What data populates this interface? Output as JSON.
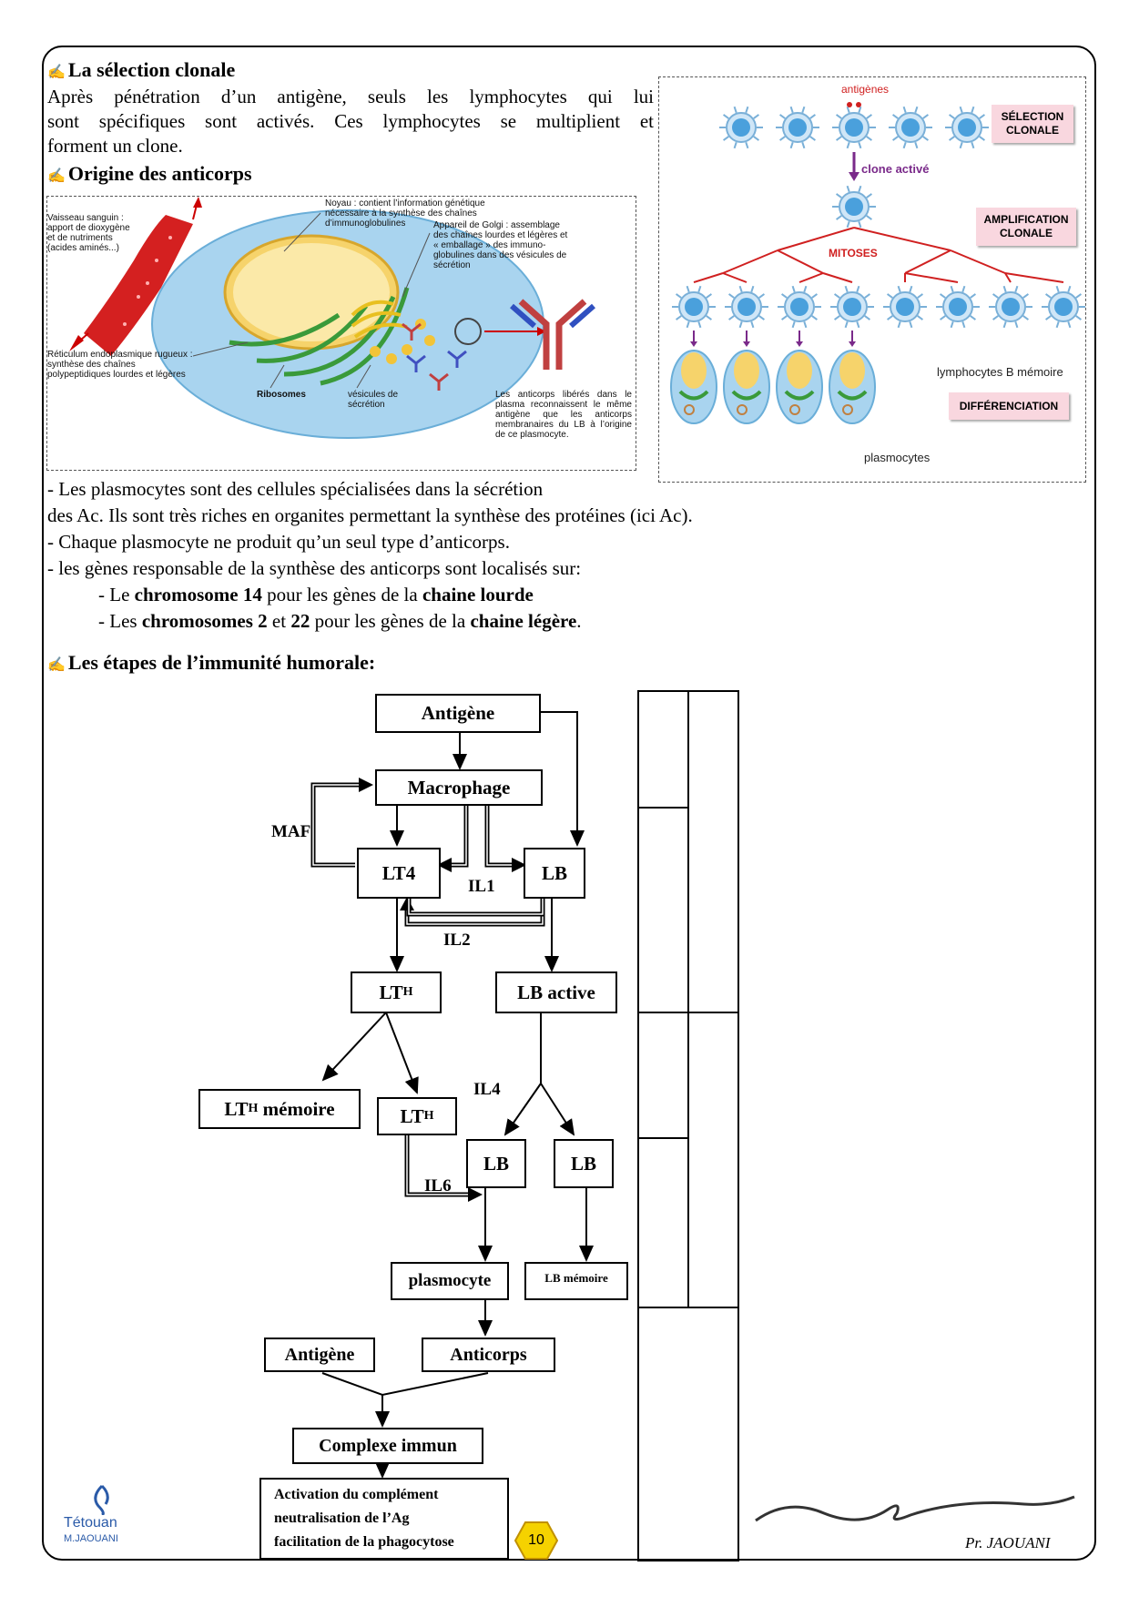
{
  "sec1": {
    "title": "La sélection clonale",
    "body": "Après pénétration d’un antigène, seuls les lymphocytes qui lui sont spécifiques sont activés. Ces lymphocytes se multiplient et forment un clone.",
    "line1": "Après pénétration d’un antigène, seuls les lymphocytes qui lui",
    "line2": "sont spécifiques sont activés. Ces lymphocytes se multiplient et",
    "line3": "forment un clone."
  },
  "sec2": {
    "title": "Origine des anticorps"
  },
  "cellfig": {
    "vaisseau": "Vaisseau sanguin : apport de dioxygène et de nutriments (acides aminés...)",
    "noyau": "Noyau : contient l’information génétique nécessaire à la synthèse des chaînes d’immunoglobulines",
    "golgi": "Appareil de Golgi : assemblage des chaînes lourdes et légères et « emballage » des immuno-globulines dans des vésicules de sécrétion",
    "reticulum": "Réticulum endoplasmique rugueux : synthèse des chaînes polypeptidiques lourdes et légères",
    "ribosomes": "Ribosomes",
    "vesicules": "vésicules de sécrétion",
    "anticorps": "Les anticorps libérés dans le plasma reconnaissent le même antigène que les anticorps membranaires du LB à l’origine de ce plasmocyte."
  },
  "clonefig": {
    "antigenes": "antigènes",
    "selection": "SÉLECTION CLONALE",
    "clone_active": "clone activé",
    "amplification": "AMPLIFICATION CLONALE",
    "mitoses": "MITOSES",
    "memoire": "lymphocytes B mémoire",
    "differenciation": "DIFFÉRENCIATION",
    "plasmocytes": "plasmocytes"
  },
  "bullets": {
    "b1a": "- Les plasmocytes sont des cellules spécialisées dans la sécrétion",
    "b1b": "des Ac. Ils sont très riches en organites permettant la synthèse des protéines (ici Ac).",
    "b2": "- Chaque plasmocyte ne produit qu’un seul type d’anticorps.",
    "b3": "- les gènes responsable de la synthèse des anticorps sont localisés sur:",
    "s1_pre": "- Le ",
    "s1_b1": "chromosome 14",
    "s1_mid": " pour les gènes de la ",
    "s1_b2": "chaine lourde",
    "s2_pre": "- Les ",
    "s2_b1": "chromosomes 2",
    "s2_mid1": " et ",
    "s2_b2": "22",
    "s2_mid2": " pour les gènes de la ",
    "s2_b3": "chaine légère",
    "s2_end": "."
  },
  "sec3": {
    "title": "Les étapes de l’immunité humorale:"
  },
  "flow": {
    "antigene": "Antigène",
    "macrophage": "Macrophage",
    "maf": "MAF",
    "lt4": "LT4",
    "lb": "LB",
    "il1": "IL1",
    "il2": "IL2",
    "lt": "LT",
    "h": "H",
    "lb_active": "LB active",
    "memoire": "mémoire",
    "il4": "IL4",
    "il6": "IL6",
    "plasmocyte": "plasmocyte",
    "lb_memoire": "LB mémoire",
    "antigene2": "Antigène",
    "anticorps": "Anticorps",
    "complexe": "Complexe immun",
    "act1": "Activation du complément",
    "act2": "neutralisation de l’Ag",
    "act3": "facilitation de la phagocytose"
  },
  "footer": {
    "city": "Tétouan",
    "author_small": "M.JAOUANI",
    "page": "10",
    "signature": "Pr. JAOUANI"
  }
}
